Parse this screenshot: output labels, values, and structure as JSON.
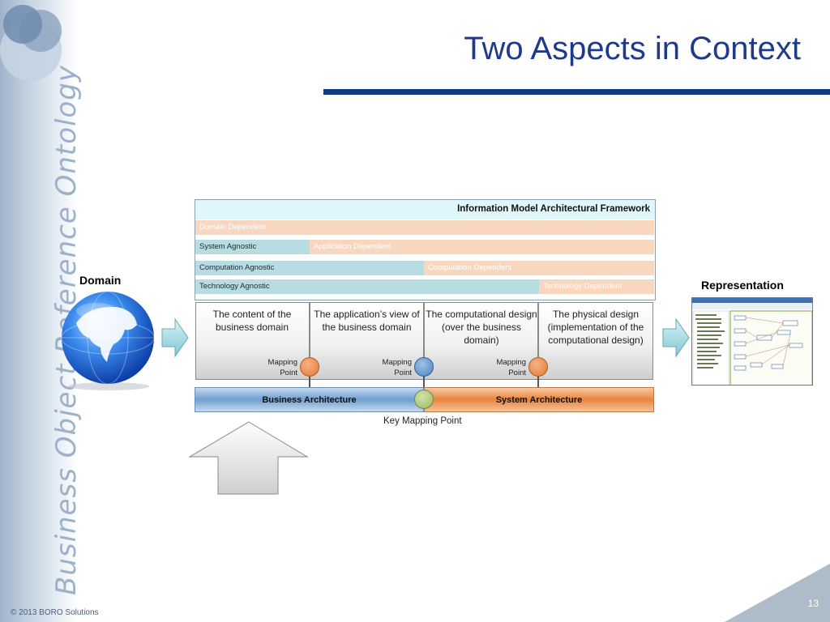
{
  "slide": {
    "title": "Two Aspects in Context",
    "sidebar_text": "Business Object Reference Ontology",
    "copyright": "© 2013 BORO Solutions",
    "page_number": "13"
  },
  "framework": {
    "title": "Information Model Architectural Framework",
    "bands": [
      {
        "agnostic": "",
        "dependent": "Domain Dependent"
      },
      {
        "agnostic": "System Agnostic",
        "dependent": "Application Dependent"
      },
      {
        "agnostic": "Computation Agnostic",
        "dependent": "Computation Dependent"
      },
      {
        "agnostic": "Technology Agnostic",
        "dependent": "Technology Dependent"
      }
    ],
    "columns": [
      "The content of the business domain",
      "The application’s view of the business domain",
      "The computational design (over the business domain)",
      "The physical design (implementation of the computational design)"
    ],
    "mapping_point_labels": [
      "Mapping Point",
      "Mapping Point",
      "Mapping Point"
    ],
    "business_architecture": "Business Architecture",
    "system_architecture": "System Architecture",
    "key_mapping_point": "Key Mapping Point"
  },
  "labels": {
    "domain": "Domain",
    "representation": "Representation"
  },
  "colors": {
    "title_blue": "#1f3a8a",
    "rule_navy": "#0c3c7c",
    "agnostic_band": "#b7dde3",
    "dependent_band": "#f9d6be",
    "mapping_orange": "#e2782f",
    "mapping_blue": "#4c82bf",
    "key_green": "#9bb86a"
  },
  "icons": [
    "globe-icon",
    "right-arrow-icon",
    "up-arrow-icon",
    "software-screenshot-thumbnail"
  ]
}
